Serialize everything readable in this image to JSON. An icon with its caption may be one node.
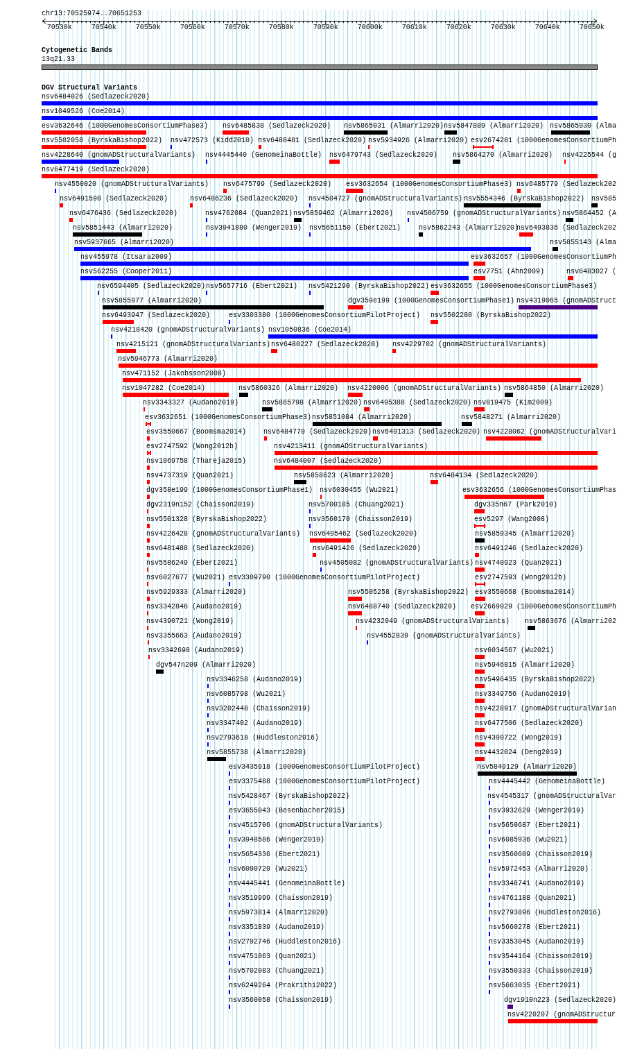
{
  "diagram": {
    "labels": [
      "chr13:70525974..70651253",
      "70530k",
      "70540k",
      "70550k",
      "70560k",
      "70570k",
      "70580k",
      "70590k",
      "70600k",
      "70610k",
      "70620k",
      "70630k",
      "70640k",
      "70650k",
      "Cytogenetic Bands",
      "13q21.33",
      "DGV Structural Variants",
      "nsv6484026 (Sedlazeck2020)",
      "nsv1049526 (Coe2014)",
      "esv3632646 (1000GenomesConsortiumPhase3)",
      "nsv6485838 (Sedlazeck2020)",
      "nsv5865031 (Almarri2020)",
      "nsv5847889 (Almarri2020)",
      "nsv5865930 (Alma",
      "nsv5502058 (ByrskaBishop2022)",
      "nsv472573 (Kidd2010)",
      "nsv6488481 (Sedlazeck2020)",
      "nsv5934926 (Almarri2020)",
      "esv2674281 (1000GenomesConsortiumPh",
      "nsv4228640 (gnomADStructuralVariants)",
      "nsv4445440 (GenomeinaBottle)",
      "nsv6479743 (Sedlazeck2020)",
      "nsv5864270 (Almarri2020)",
      "nsv4225544 (g",
      "nsv6477419 (Sedlazeck2020)",
      "nsv4550020 (gnomADStructuralVariants)",
      "nsv6475799 (Sedlazeck2020)",
      "esv3632654 (1000GenomesConsortiumPhase3)",
      "nsv6485779 (Sedlazeck202",
      "nsv6491590 (Sedlazeck2020)",
      "nsv6486236 (Sedlazeck2020)",
      "nsv4504727 (gnomADStructuralVariants)",
      "nsv5554346 (ByrskaBishop2022)",
      "nsv585",
      "nsv6476436 (Sedlazeck2020)",
      "nsv4762084 (Quan2021)",
      "nsv5859462 (Almarri2020)",
      "nsv4506759 (gnomADStructuralVariants)",
      "nsv5864452 (A",
      "nsv5851443 (Almarri2020)",
      "nsv3941880 (Wenger2019)",
      "nsv5651150 (Ebert2021)",
      "nsv5862243 (Almarri2020)",
      "nsv6493836 (Sedlazeck202",
      "nsv5937665 (Almarri2020)",
      "nsv5855143 (Alma",
      "nsv455978 (Itsara2009)",
      "esv3632657 (1000GenomesConsortiumPh",
      "nsv562255 (Cooper2011)",
      "esv7751 (Ahn2009)",
      "nsv6483027 (",
      "nsv6594405 (Sedlazeck2020)",
      "nsv5657716 (Ebert2021)",
      "nsv5421290 (ByrskaBishop2022)",
      "esv3632655 (1000GenomesConsortiumPhase3)",
      "nsv5855977 (Almarri2020)",
      "dgv359e199 (1000GenomesConsortiumPhase1)",
      "nsv4319065 (gnomADStruct",
      "nsv6493947 (Sedlazeck2020)",
      "esv3303380 (1000GenomesConsortiumPilotProject)",
      "nsv5502280 (ByrskaBishop2022)",
      "nsv4218420 (gnomADStructuralVariants)",
      "nsv1050836 (Coe2014)",
      "nsv4215121 (gnomADStructuralVariants)",
      "nsv6480227 (Sedlazeck2020)",
      "nsv4229702 (gnomADStructuralVariants)",
      "nsv5946773 (Almarri2020)",
      "nsv471152 (Jakobsson2008)",
      "nsv1047282 (Coe2014)",
      "nsv5860326 (Almarri2020)",
      "nsv4220006 (gnomADStructuralVariants)",
      "nsv5864850 (Almarri2020)",
      "nsv3343327 (Audano2019)",
      "nsv5865798 (Almarri2020)",
      "nsv6495388 (Sedlazeck2020)",
      "nsv819475 (Kim2009)",
      "esv3632651 (1000GenomesConsortiumPhase3)",
      "nsv5851084 (Almarri2020)",
      "nsv5848271 (Almarri2020)",
      "esv3550667 (Boomsma2014)",
      "nsv6484770 (Sedlazeck2020)",
      "nsv6491313 (Sedlazeck2020)",
      "nsv4228062 (gnomADStructuralVari",
      "esv2747592 (Wong2012b)",
      "nsv4213411 (gnomADStructuralVariants)",
      "nsv1069758 (Thareja2015)",
      "nsv6484007 (Sedlazeck2020)",
      "nsv4737319 (Quan2021)",
      "nsv5858623 (Almarri2020)",
      "nsv6484134 (Sedlazeck2020)",
      "dgv358e199 (1000GenomesConsortiumPhase1)",
      "nsv6030455 (Wu2021)",
      "esv3632656 (1000GenomesConsortiumPhas",
      "dgv2319n152 (Chaisson2019)",
      "nsv5700185 (Chuang2021)",
      "dgv335n67 (Park2010)",
      "nsv5501328 (ByrskaBishop2022)",
      "nsv3560170 (Chaisson2019)",
      "esv5297 (Wang2008)",
      "nsv4226428 (gnomADStructuralVariants)",
      "nsv6495462 (Sedlazeck2020)",
      "nsv5859345 (Almarri2020)",
      "nsv6481488 (Sedlazeck2020)",
      "nsv6491426 (Sedlazeck2020)",
      "nsv6491246 (Sedlazeck2020)",
      "nsv5586249 (Ebert2021)",
      "nsv4505082 (gnomADStructuralVariants)",
      "nsv4740923 (Quan2021)",
      "nsv6027677 (Wu2021)",
      "esv3309790 (1000GenomesConsortiumPilotProject)",
      "esv2747593 (Wong2012b)",
      "nsv5929333 (Almarri2020)",
      "nsv5505258 (ByrskaBishop2022)",
      "esv3550668 (Boomsma2014)",
      "nsv3342846 (Audano2019)",
      "nsv6488740 (Sedlazeck2020)",
      "esv2669029 (1000GenomesConsortiumPh",
      "nsv4390721 (Wong2019)",
      "nsv4232049 (gnomADStructuralVariants)",
      "nsv5863676 (Almarri202",
      "nsv3355663 (Audano2019)",
      "nsv4552839 (gnomADStructuralVariants)",
      "nsv3342698 (Audano2019)",
      "nsv6034567 (Wu2021)",
      "dgv547n209 (Almarri2020)",
      "nsv5946815 (Almarri2020)",
      "nsv3346258 (Audano2019)",
      "nsv5496435 (ByrskaBishop2022)",
      "nsv6085798 (Wu2021)",
      "nsv3349756 (Audano2019)",
      "nsv3202448 (Chaisson2019)",
      "nsv4228917 (gnomADStructuralVarian",
      "nsv3347402 (Audano2019)",
      "nsv6477506 (Sedlazeck2020)",
      "nsv2793618 (Huddleston2016)",
      "nsv4390722 (Wong2019)",
      "nsv5855738 (Almarri2020)",
      "nsv4432024 (Deng2019)",
      "esv3435918 (1000GenomesConsortiumPilotProject)",
      "nsv5849129 (Almarri2020)",
      "esv3375488 (1000GenomesConsortiumPilotProject)",
      "nsv4445442 (GenomeinaBottle)",
      "nsv5428467 (ByrskaBishop2022)",
      "nsv4545317 (gnomADStructuralVar",
      "esv3655043 (Besenbacher2015)",
      "nsv3932629 (Wenger2019)",
      "nsv4515706 (gnomADStructuralVariants)",
      "nsv5650687 (Ebert2021)",
      "nsv3948586 (Wenger2019)",
      "nsv6085936 (Wu2021)",
      "nsv5654336 (Ebert2021)",
      "nsv3560609 (Chaisson2019)",
      "nsv6090720 (Wu2021)",
      "nsv5972453 (Almarri2020)",
      "nsv4445441 (GenomeinaBottle)",
      "nsv3348741 (Audano2019)",
      "nsv3519999 (Chaisson2019)",
      "nsv4761188 (Quan2021)",
      "nsv5973814 (Almarri2020)",
      "nsv2793896 (Huddleston2016)",
      "nsv3351839 (Audano2019)",
      "nsv5660278 (Ebert2021)",
      "nsv2792746 (Huddleston2016)",
      "nsv3353045 (Audano2019)",
      "nsv4751063 (Quan2021)",
      "nsv3544164 (Chaisson2019)",
      "nsv5702083 (Chuang2021)",
      "nsv3550333 (Chaisson2019)",
      "nsv6249264 (Prakrithi2022)",
      "nsv5663035 (Ebert2021)",
      "nsv3560058 (Chaisson2019)",
      "dgv1910n223 (Sedlazeck2020)",
      "nsv4220207 (gnomADStructur"
    ]
  }
}
